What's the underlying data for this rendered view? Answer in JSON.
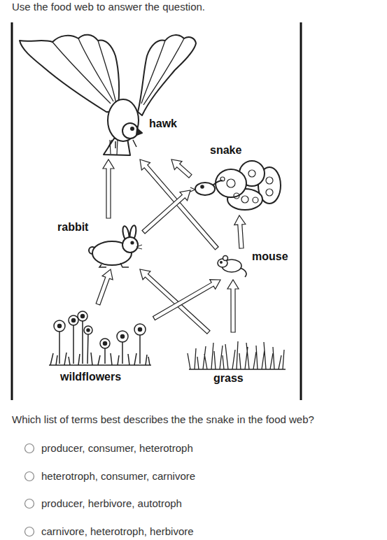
{
  "diagram": {
    "title": "Use the food web to answer the question.",
    "nodes": [
      {
        "text": [
          "hawk"
        ]
      },
      {
        "text": [
          "snake"
        ]
      },
      {
        "text": [
          "rabbit"
        ]
      },
      {
        "text": [
          "mouse"
        ]
      },
      {
        "text": [
          "wildflowers"
        ]
      },
      {
        "text": [
          "grass"
        ]
      }
    ],
    "edges": [
      {
        "from": 2,
        "to": 0,
        "arrow": "to"
      },
      {
        "from": 1,
        "to": 0,
        "arrow": "to"
      },
      {
        "from": 3,
        "to": 0,
        "arrow": "to"
      },
      {
        "from": 2,
        "to": 1,
        "arrow": "to"
      },
      {
        "from": 3,
        "to": 1,
        "arrow": "to"
      },
      {
        "from": 4,
        "to": 2,
        "arrow": "to"
      },
      {
        "from": 5,
        "to": 2,
        "arrow": "to"
      },
      {
        "from": 4,
        "to": 3,
        "arrow": "to"
      },
      {
        "from": 5,
        "to": 3,
        "arrow": "to"
      }
    ],
    "labels": [
      "Which list of terms best describes the the snake in the food web?",
      "producer, consumer, heterotroph",
      "heterotroph, consumer, carnivore",
      "producer, herbivore, autotroph",
      "carnivore, heterotroph, herbivore"
    ]
  }
}
